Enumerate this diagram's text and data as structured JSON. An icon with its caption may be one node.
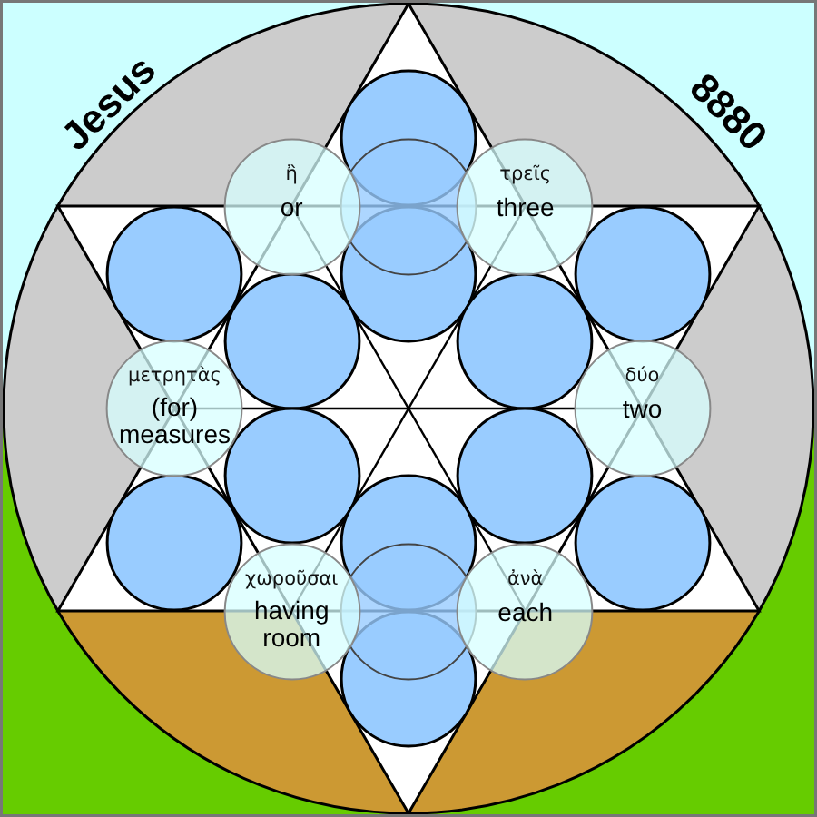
{
  "diagram": {
    "nodes": [
      {
        "text": [],
        "shape": "circle"
      },
      {
        "text": [
          "ἢ",
          "or"
        ]
      },
      {
        "text": [],
        "shape": "circle"
      },
      {
        "text": [
          "τρεῖς",
          "three"
        ]
      },
      {
        "text": [],
        "shape": "circle"
      },
      {
        "text": [],
        "shape": "circle"
      },
      {
        "text": [],
        "shape": "circle"
      },
      {
        "text": [],
        "shape": "circle"
      },
      {
        "text": [],
        "shape": "circle"
      },
      {
        "text": [
          "μετρητὰς",
          "(for) measures"
        ]
      },
      {
        "text": [
          "δύο",
          "two"
        ]
      },
      {
        "text": [],
        "shape": "circle"
      },
      {
        "text": [],
        "shape": "circle"
      },
      {
        "text": [],
        "shape": "circle"
      },
      {
        "text": [],
        "shape": "circle"
      },
      {
        "text": [],
        "shape": "circle"
      },
      {
        "text": [
          "χωροῦσαι",
          "having room"
        ]
      },
      {
        "text": [],
        "shape": "circle"
      },
      {
        "text": [
          "ἀνὰ",
          "each"
        ]
      },
      {
        "text": [],
        "shape": "circle"
      }
    ],
    "labels": [
      "Jesus",
      "8880"
    ]
  }
}
